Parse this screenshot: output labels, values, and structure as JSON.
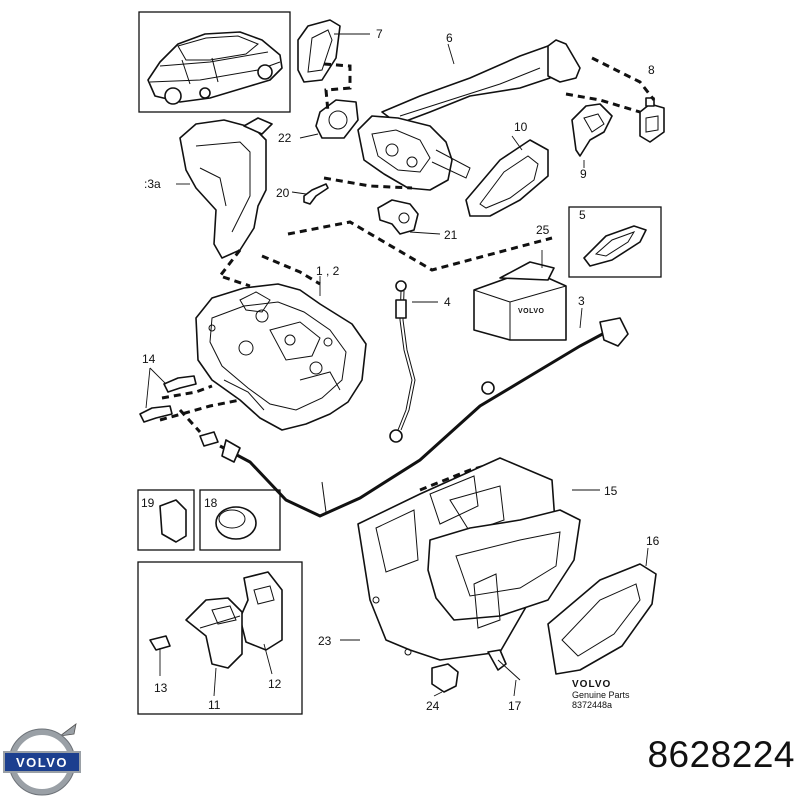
{
  "callouts": [
    {
      "id": "c7",
      "text": "7"
    },
    {
      "id": "c6",
      "text": "6"
    },
    {
      "id": "c8",
      "text": "8"
    },
    {
      "id": "c22",
      "text": "22"
    },
    {
      "id": "c10",
      "text": "10"
    },
    {
      "id": "c9",
      "text": "9"
    },
    {
      "id": "c3a",
      "text": ":3a"
    },
    {
      "id": "c20",
      "text": "20"
    },
    {
      "id": "c5",
      "text": "5"
    },
    {
      "id": "c21",
      "text": "21"
    },
    {
      "id": "c25",
      "text": "25"
    },
    {
      "id": "c12g",
      "text": "1 , 2"
    },
    {
      "id": "c4",
      "text": "4"
    },
    {
      "id": "c3",
      "text": "3"
    },
    {
      "id": "c14",
      "text": "14"
    },
    {
      "id": "c15",
      "text": "15"
    },
    {
      "id": "c19",
      "text": "19"
    },
    {
      "id": "c18",
      "text": "18"
    },
    {
      "id": "c16",
      "text": "16"
    },
    {
      "id": "c23",
      "text": "23"
    },
    {
      "id": "c13",
      "text": "13"
    },
    {
      "id": "c12",
      "text": "12"
    },
    {
      "id": "c11",
      "text": "11"
    },
    {
      "id": "c24",
      "text": "24"
    },
    {
      "id": "c17",
      "text": "17"
    }
  ],
  "box_label": "VOLVO",
  "stamp": {
    "brand": "VOLVO",
    "line1": "Genuine Parts",
    "line2": "8372448a"
  },
  "logo_text": "VOLVO",
  "part_number": "8628224",
  "colors": {
    "ink": "#111111",
    "logo_blue": "#1c3f8f",
    "logo_silver": "#9aa0a6"
  }
}
